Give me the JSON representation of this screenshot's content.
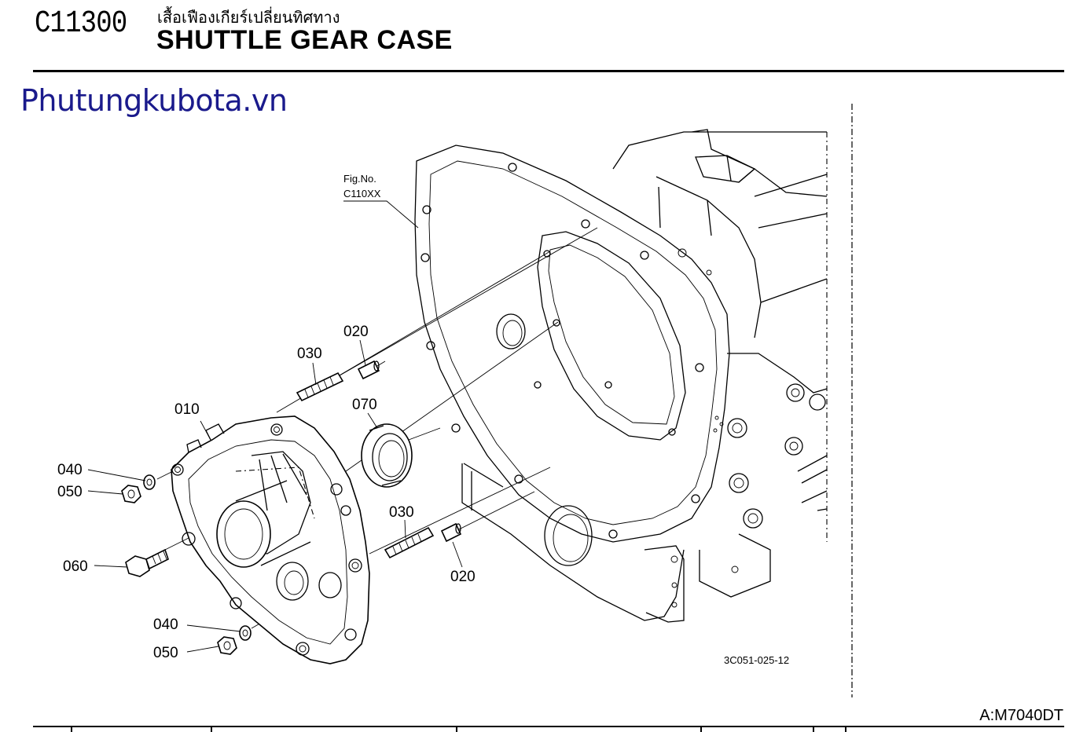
{
  "header": {
    "code": "C11300",
    "title_thai": "เสื้อเฟืองเกียร์เปลี่ยนทิศทาง",
    "title_en": "SHUTTLE GEAR CASE"
  },
  "watermark": "Phutungkubota.vn",
  "figure_ref": {
    "label": "Fig.No.",
    "number": "C110XX"
  },
  "drawing_code": "3C051-025-12",
  "model": "A:M7040DT",
  "callouts": {
    "c010": "010",
    "c020_top": "020",
    "c030_top": "030",
    "c070": "070",
    "c040_top": "040",
    "c050_top": "050",
    "c060": "060",
    "c030_bottom": "030",
    "c020_bottom": "020",
    "c040_bottom": "040",
    "c050_bottom": "050"
  }
}
